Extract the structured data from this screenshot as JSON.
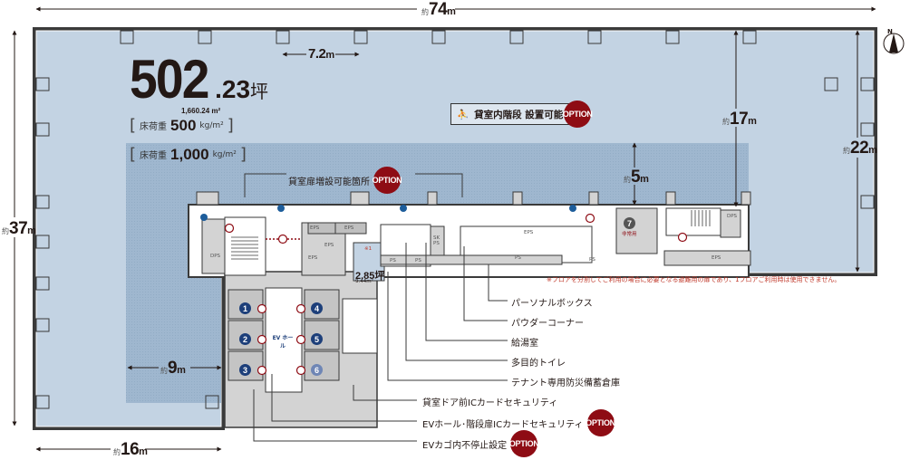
{
  "area": {
    "tsubo_int": "502",
    "tsubo_dec": ".23",
    "tsubo_unit": "坪",
    "sqm": "1,660.24 m²"
  },
  "floor_load": [
    {
      "label": "床荷重",
      "value": "500",
      "unit": "kg/m²"
    },
    {
      "label": "床荷重",
      "value": "1,000",
      "unit": "kg/m²"
    }
  ],
  "dimensions": {
    "total_width": {
      "prefix": "約",
      "value": "74",
      "unit": "m"
    },
    "total_height": {
      "prefix": "約",
      "value": "37",
      "unit": "m"
    },
    "right_depth": {
      "prefix": "約",
      "value": "22",
      "unit": "m"
    },
    "north_depth": {
      "prefix": "約",
      "value": "17",
      "unit": "m"
    },
    "heavy_zone_depth": {
      "prefix": "約",
      "value": "5",
      "unit": "m"
    },
    "heavy_zone_width": {
      "prefix": "約",
      "value": "9",
      "unit": "m"
    },
    "bottom_width": {
      "prefix": "約",
      "value": "16",
      "unit": "m"
    },
    "column_span": {
      "value": "7.2",
      "unit": "m"
    }
  },
  "compass": {
    "label": "N"
  },
  "features": {
    "internal_stairs": "貸室内階段 設置可能",
    "extra_door": "貸室扉増設可能箇所",
    "option_label": "OPTION",
    "ev_hall": "EV ホール",
    "storage_area": "2.85坪",
    "storage_sqm": "9.44m²",
    "storage_mark": "※1",
    "ev_7_label": "非常用"
  },
  "elevators": [
    "1",
    "2",
    "3",
    "4",
    "5",
    "6",
    "7"
  ],
  "room_labels": {
    "eps": "EPS",
    "dps": "DPS",
    "ps": "PS",
    "skps": "SK PS"
  },
  "callouts": [
    {
      "label": "パーソナルボックス",
      "option": false
    },
    {
      "label": "パウダーコーナー",
      "option": false
    },
    {
      "label": "給湯室",
      "option": false
    },
    {
      "label": "多目的トイレ",
      "option": false
    },
    {
      "label": "テナント専用防災備蓄倉庫",
      "option": false
    },
    {
      "label": "貸室ドア前ICカードセキュリティ",
      "option": false
    },
    {
      "label": "EVホール･階段扉ICカードセキュリティ",
      "option": true
    },
    {
      "label": "EVカゴ内不停止設定",
      "option": true
    }
  ],
  "note": "※フロアを分割してご利用の場合に必要となる避難用の扉であり、1フロアご利用時は使用できません。",
  "colors": {
    "office": "#c3d3e3",
    "heavy_zone": "#9fb7cf",
    "core": "#d3d3d3",
    "wall": "#3a3a3a",
    "option": "#8e0c14",
    "security_blue": "#1d5d9b",
    "security_red": "#8e0c14",
    "note": "#c0392b"
  }
}
